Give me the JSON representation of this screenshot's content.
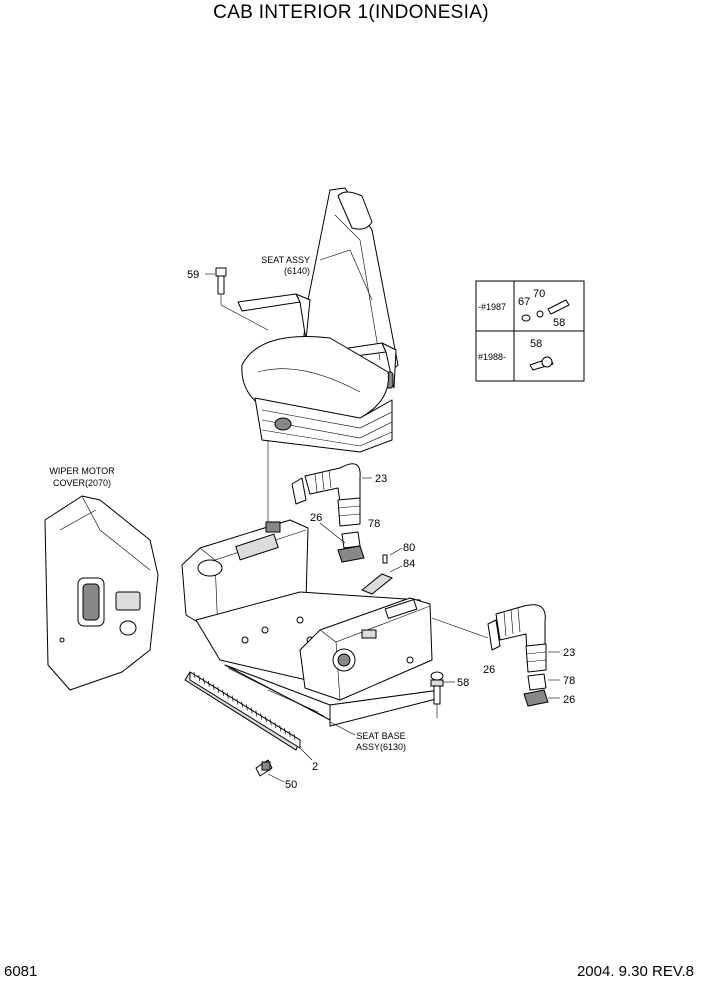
{
  "title": "CAB INTERIOR 1(INDONESIA)",
  "page_number": "6081",
  "date_rev": "2004. 9.30  REV.8",
  "assemblies": {
    "seat_assy_line1": "SEAT ASSY",
    "seat_assy_line2": "(6140)",
    "wiper_line1": "WIPER MOTOR",
    "wiper_line2": "COVER(2070)",
    "seat_base_line1": "SEAT BASE",
    "seat_base_line2": "ASSY(6130)"
  },
  "callouts": {
    "c59": "59",
    "c23a": "23",
    "c26a": "26",
    "c78a": "78",
    "c80": "80",
    "c84": "84",
    "c26b": "26",
    "c23b": "23",
    "c78b": "78",
    "c26c": "26",
    "c58": "58",
    "c2": "2",
    "c50": "50"
  },
  "inset": {
    "row1_label": "-#1987",
    "row2_label": "#1988-",
    "row1_parts": [
      "67",
      "70",
      "58"
    ],
    "row2_parts": [
      "58"
    ]
  }
}
